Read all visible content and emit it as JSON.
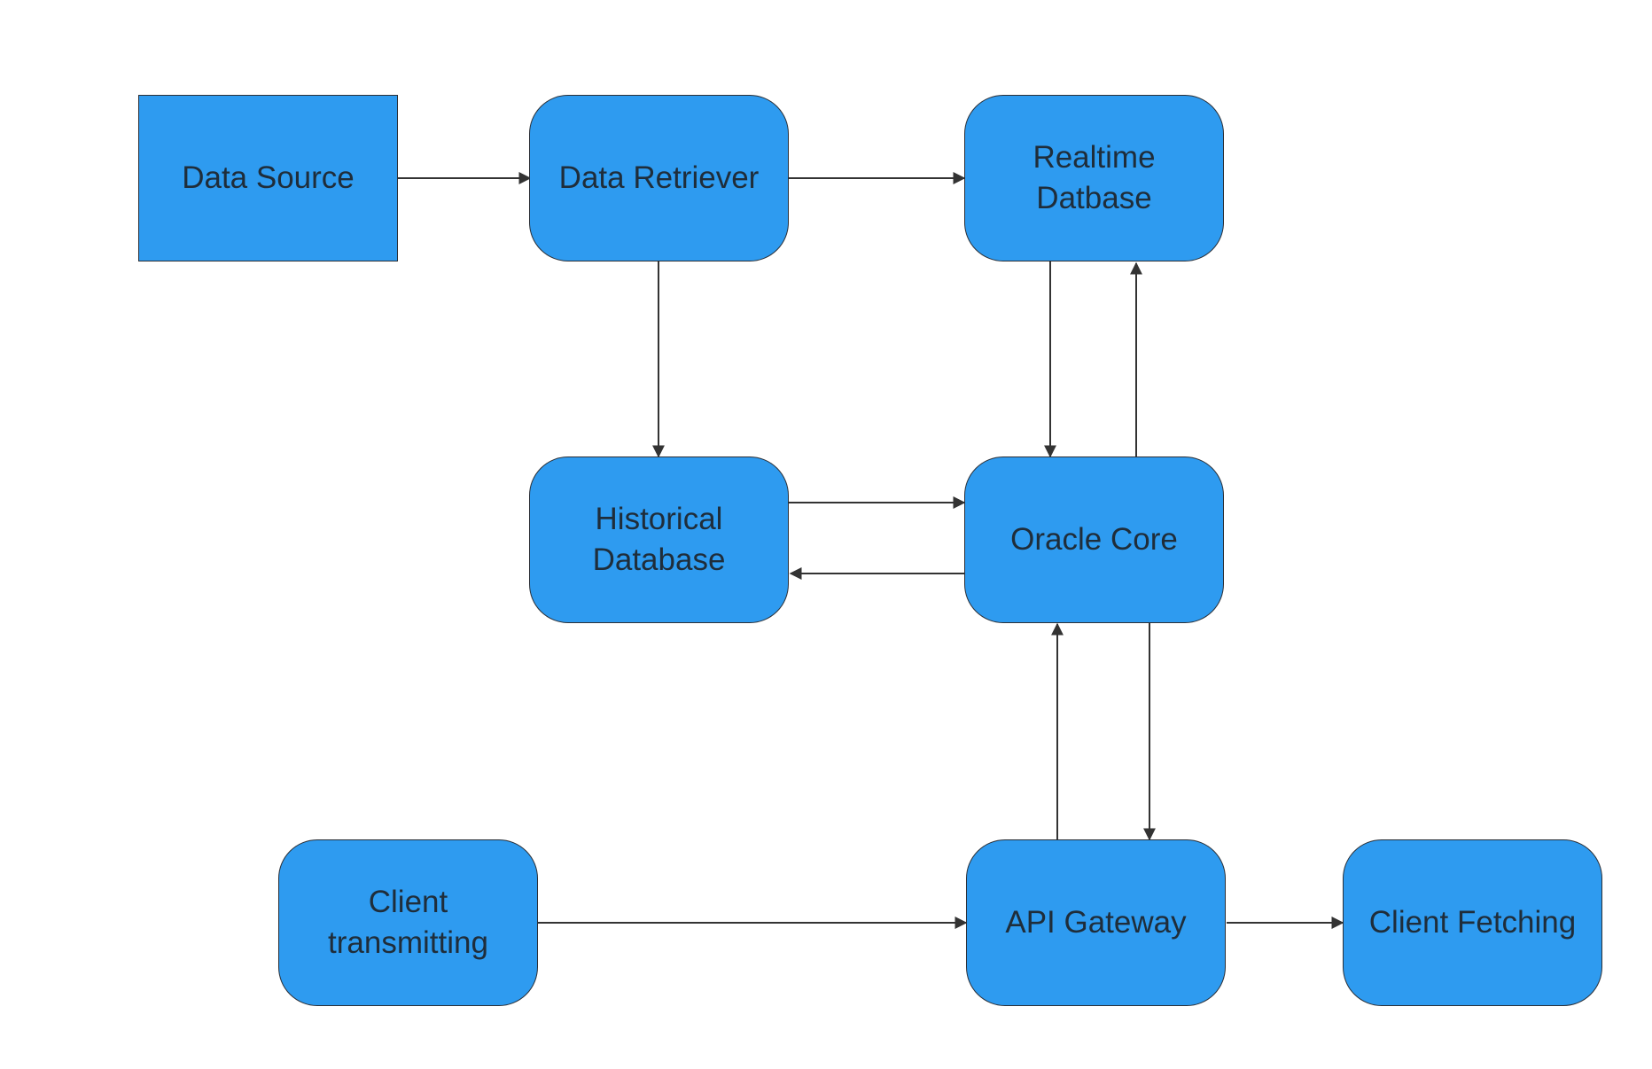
{
  "diagram": {
    "colors": {
      "node_fill": "#2E9BF0",
      "edge": "#333333",
      "text": "#1F2D3A",
      "background": "#FFFFFF"
    },
    "nodes": {
      "data_source": "Data Source",
      "data_retriever": "Data Retriever",
      "realtime_db": "Realtime\nDatbase",
      "historical_db": "Historical\nDatabase",
      "oracle_core": "Oracle Core",
      "client_transmitting": "Client\ntransmitting",
      "api_gateway": "API Gateway",
      "client_fetching": "Client Fetching"
    },
    "edges": [
      {
        "from": "data_source",
        "to": "data_retriever"
      },
      {
        "from": "data_retriever",
        "to": "realtime_db"
      },
      {
        "from": "data_retriever",
        "to": "historical_db"
      },
      {
        "from": "realtime_db",
        "to": "oracle_core"
      },
      {
        "from": "oracle_core",
        "to": "realtime_db"
      },
      {
        "from": "historical_db",
        "to": "oracle_core"
      },
      {
        "from": "oracle_core",
        "to": "historical_db"
      },
      {
        "from": "api_gateway",
        "to": "oracle_core"
      },
      {
        "from": "oracle_core",
        "to": "api_gateway"
      },
      {
        "from": "client_transmitting",
        "to": "api_gateway"
      },
      {
        "from": "api_gateway",
        "to": "client_fetching"
      }
    ]
  }
}
